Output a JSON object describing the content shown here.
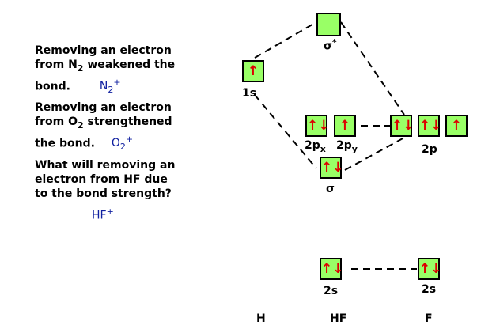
{
  "text": {
    "p1_line1": "Removing an electron",
    "p1_line2_pre": "from N",
    "p1_line2_sub": "2",
    "p1_line2_post": " weakened the",
    "p1_line3": "bond.",
    "p1_ion_base": "N",
    "p1_ion_sub": "2",
    "p1_ion_sup": "+",
    "p2_line1": "Removing an electron",
    "p2_line2_pre": "from O",
    "p2_line2_sub": "2",
    "p2_line2_post": " strengthened",
    "p2_line3": "the bond.",
    "p2_ion_base": "O",
    "p2_ion_sub": "2",
    "p2_ion_sup": "+",
    "q_line1": "What will removing an",
    "q_line2": "electron from HF due",
    "q_line3": "to the bond strength?",
    "q_ion_base": "HF",
    "q_ion_sup": "+"
  },
  "orbitals": {
    "sigma_star": {
      "label": "σ",
      "star": "*",
      "arrow": ""
    },
    "h_1s": {
      "label": "1s",
      "arrow": "↑"
    },
    "hf_2px": {
      "label_base": "2p",
      "label_sub": "x",
      "arrow": "↑↓"
    },
    "hf_2py": {
      "label_base": "2p",
      "label_sub": "y",
      "arrow": "↑"
    },
    "f_2p_1": {
      "arrow": "↑↓"
    },
    "f_2p_2": {
      "arrow": "↑↓"
    },
    "f_2p_3": {
      "arrow": "↑"
    },
    "f_2p_label": "2p",
    "sigma": {
      "label": "σ",
      "arrow": "↑↓"
    },
    "hf_2s": {
      "label": "2s",
      "arrow": "↑↓"
    },
    "f_2s": {
      "label": "2s",
      "arrow": "↑↓"
    }
  },
  "columns": {
    "h": "H",
    "hf": "HF",
    "f": "F"
  },
  "colors": {
    "orbital_fill": "#99ff66",
    "electron": "#dd0000",
    "ion_text": "#1020a0"
  }
}
